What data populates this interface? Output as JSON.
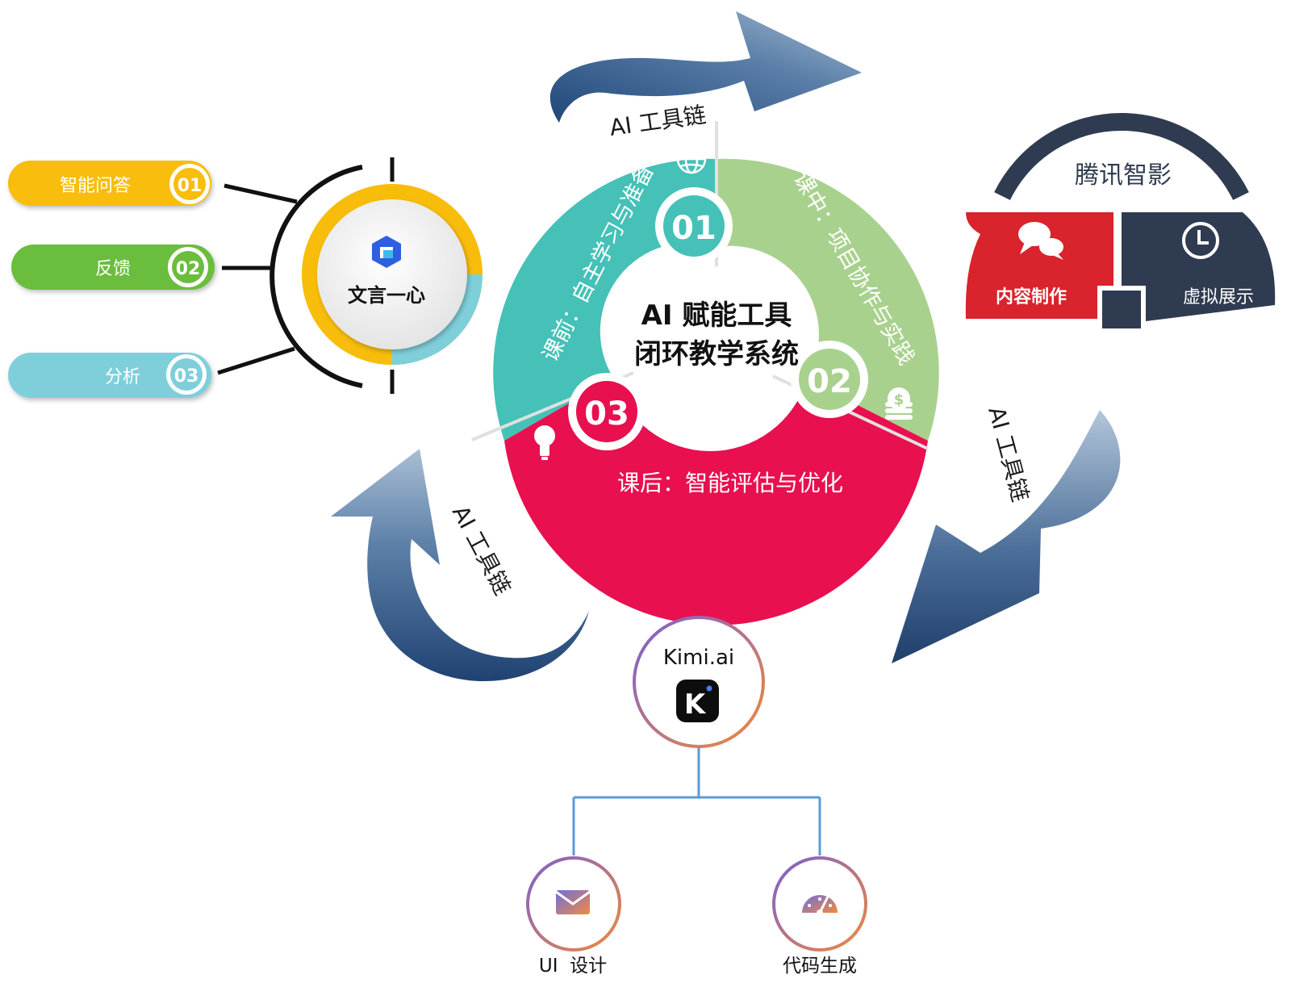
{
  "center": {
    "title_line1": "AI 赋能工具",
    "title_line2": "闭环教学系统",
    "seg1": {
      "number": "01",
      "label": "课前：自主学习与准备",
      "icon": "globe-icon"
    },
    "seg2": {
      "number": "02",
      "label": "课中：项目协作与实践",
      "icon": "coins-icon"
    },
    "seg3": {
      "number": "03",
      "label": "课后：智能评估与优化",
      "icon": "lightbulb-icon"
    }
  },
  "toolchain_labels": {
    "top": "AI 工具链",
    "right": "AI 工具链",
    "left": "AI 工具链"
  },
  "wenyan": {
    "name": "文言一心",
    "features": [
      {
        "label": "智能问答",
        "number": "01"
      },
      {
        "label": "反馈",
        "number": "02"
      },
      {
        "label": "分析",
        "number": "03"
      }
    ]
  },
  "tencent": {
    "name": "腾讯智影",
    "left_label": "内容制作",
    "right_label": "虚拟展示",
    "left_icon": "chat-bubbles-icon",
    "right_icon": "clock-icon"
  },
  "kimi": {
    "name": "Kimi.ai",
    "logo_letter": "K",
    "children": [
      {
        "label": "UI  设计",
        "icon": "mail-icon"
      },
      {
        "label": "代码生成",
        "icon": "gauge-icon"
      }
    ]
  },
  "colors": {
    "teal": "#45c1b7",
    "green": "#a9d18e",
    "crimson": "#e8104f",
    "yellow": "#f8bd0b",
    "feature_green": "#6bbd3e",
    "feature_cyan": "#7fcfdb",
    "red": "#d9232d",
    "navy": "#2f3b50",
    "arrow_blue": "#3d6390"
  }
}
